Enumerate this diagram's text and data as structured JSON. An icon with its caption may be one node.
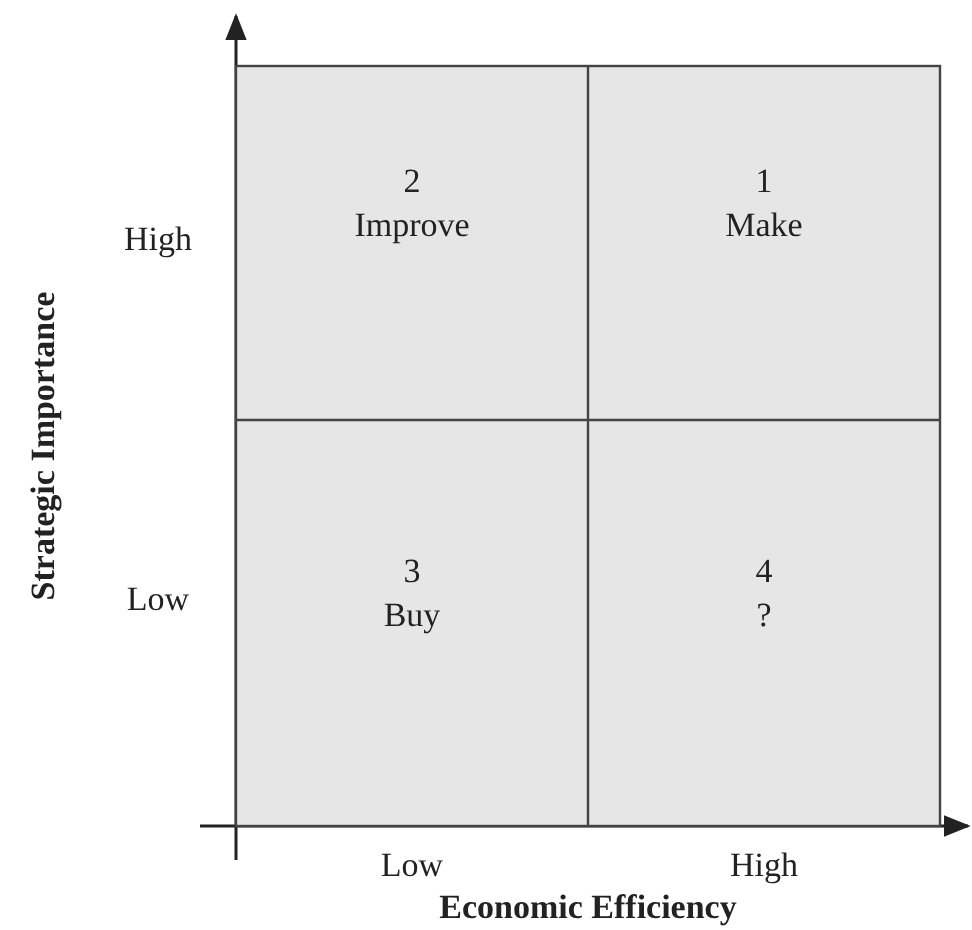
{
  "diagram": {
    "nodes": [
      {
        "text": [
          "2",
          "Improve"
        ]
      },
      {
        "text": [
          "1",
          "Make"
        ]
      },
      {
        "text": [
          "3",
          "Buy"
        ]
      },
      {
        "text": [
          "4",
          "?"
        ]
      }
    ],
    "labels": [
      "High",
      "Strategic Importance",
      "Low",
      "Low",
      "High",
      "Economic Efficiency"
    ]
  }
}
